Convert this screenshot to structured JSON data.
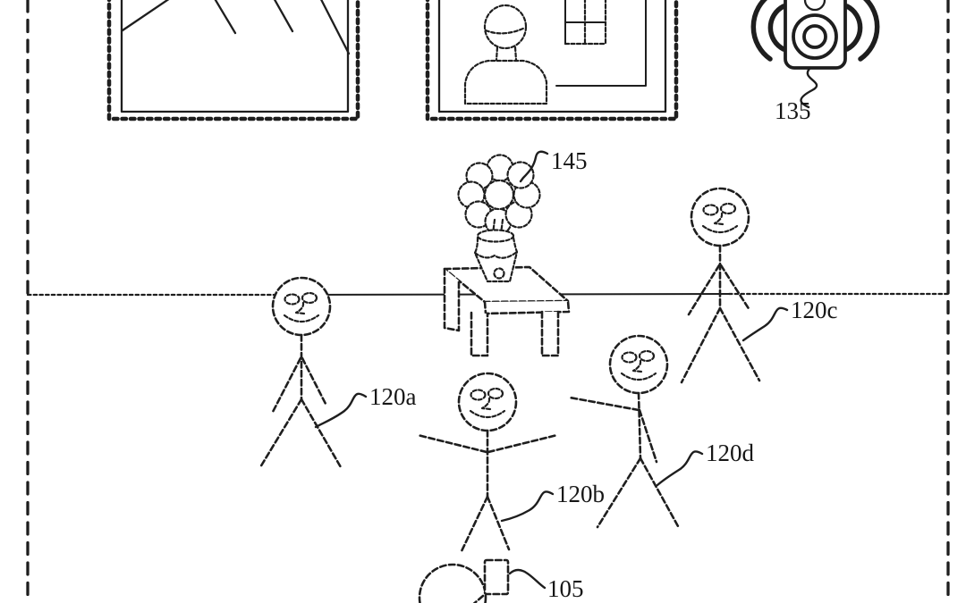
{
  "colors": {
    "ink": "#1e1e1e",
    "paper": "#ffffff"
  },
  "labels": {
    "speaker": "135",
    "flower": "145",
    "person_a": "120a",
    "person_b": "120b",
    "person_c": "120c",
    "person_d": "120d",
    "device": "105"
  }
}
